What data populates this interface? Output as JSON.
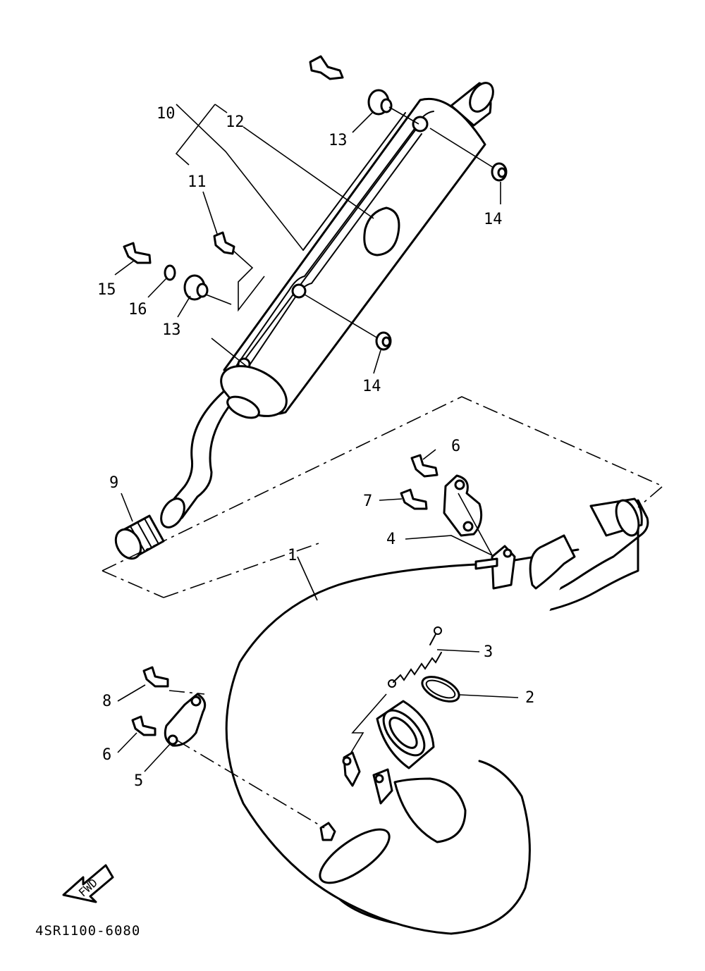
{
  "labels": {
    "p1": "1",
    "p2": "2",
    "p3": "3",
    "p4": "4",
    "p5": "5",
    "p6a": "6",
    "p6b": "6",
    "p7": "7",
    "p8": "8",
    "p9": "9",
    "p10": "10",
    "p11": "11",
    "p12": "12",
    "p13a": "13",
    "p13b": "13",
    "p14a": "14",
    "p14b": "14",
    "p15": "15",
    "p16": "16"
  },
  "fwd": "FWD",
  "diagram_code": "4SR1100-6080"
}
